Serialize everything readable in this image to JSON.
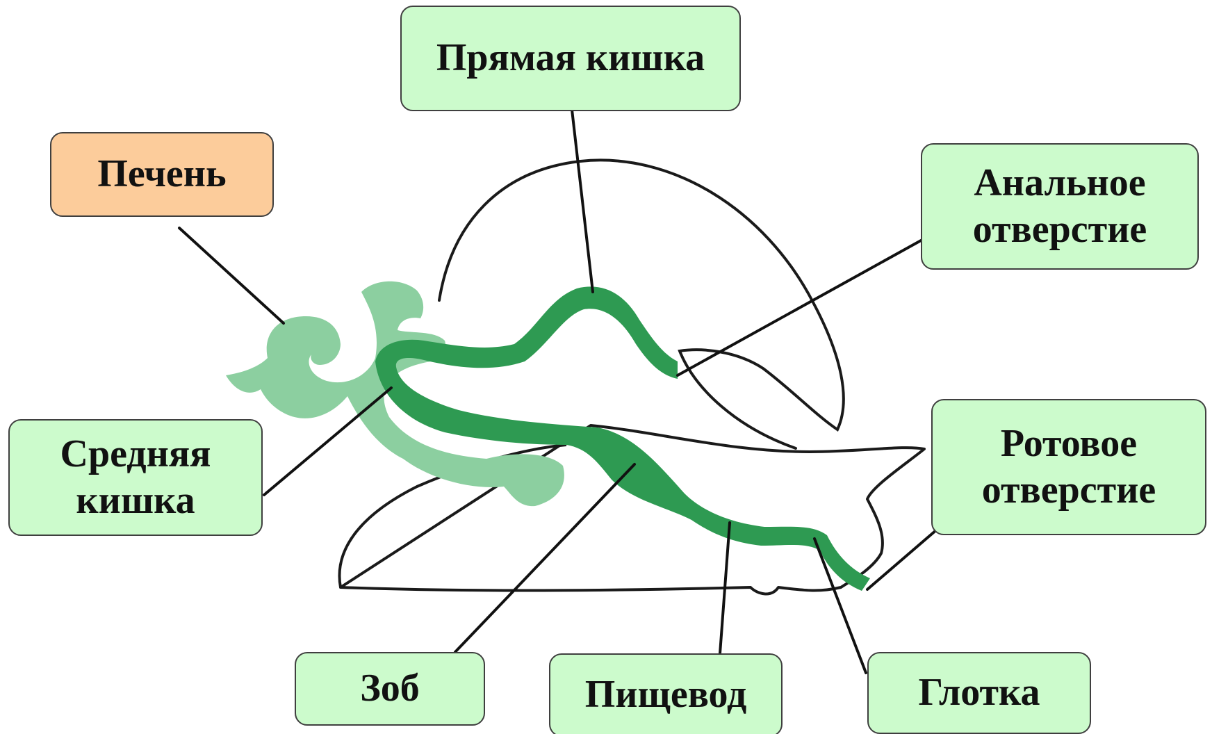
{
  "colors": {
    "label_fill": "#ccfbcc",
    "highlight_fill": "#fccc9b",
    "gut_dark_green": "#2e9a52",
    "gland_light_green": "#8ccfa0",
    "outline": "#1a1a1a"
  },
  "labels": {
    "rectum": "Прямая кишка",
    "liver": "Печень",
    "anus": "Анальное\nотверстие",
    "midgut": "Средняя\nкишка",
    "mouth": "Ротовое\nотверстие",
    "crop": "Зоб",
    "esophagus": "Пищевод",
    "pharynx": "Глотка"
  },
  "highlighted_label": "liver"
}
